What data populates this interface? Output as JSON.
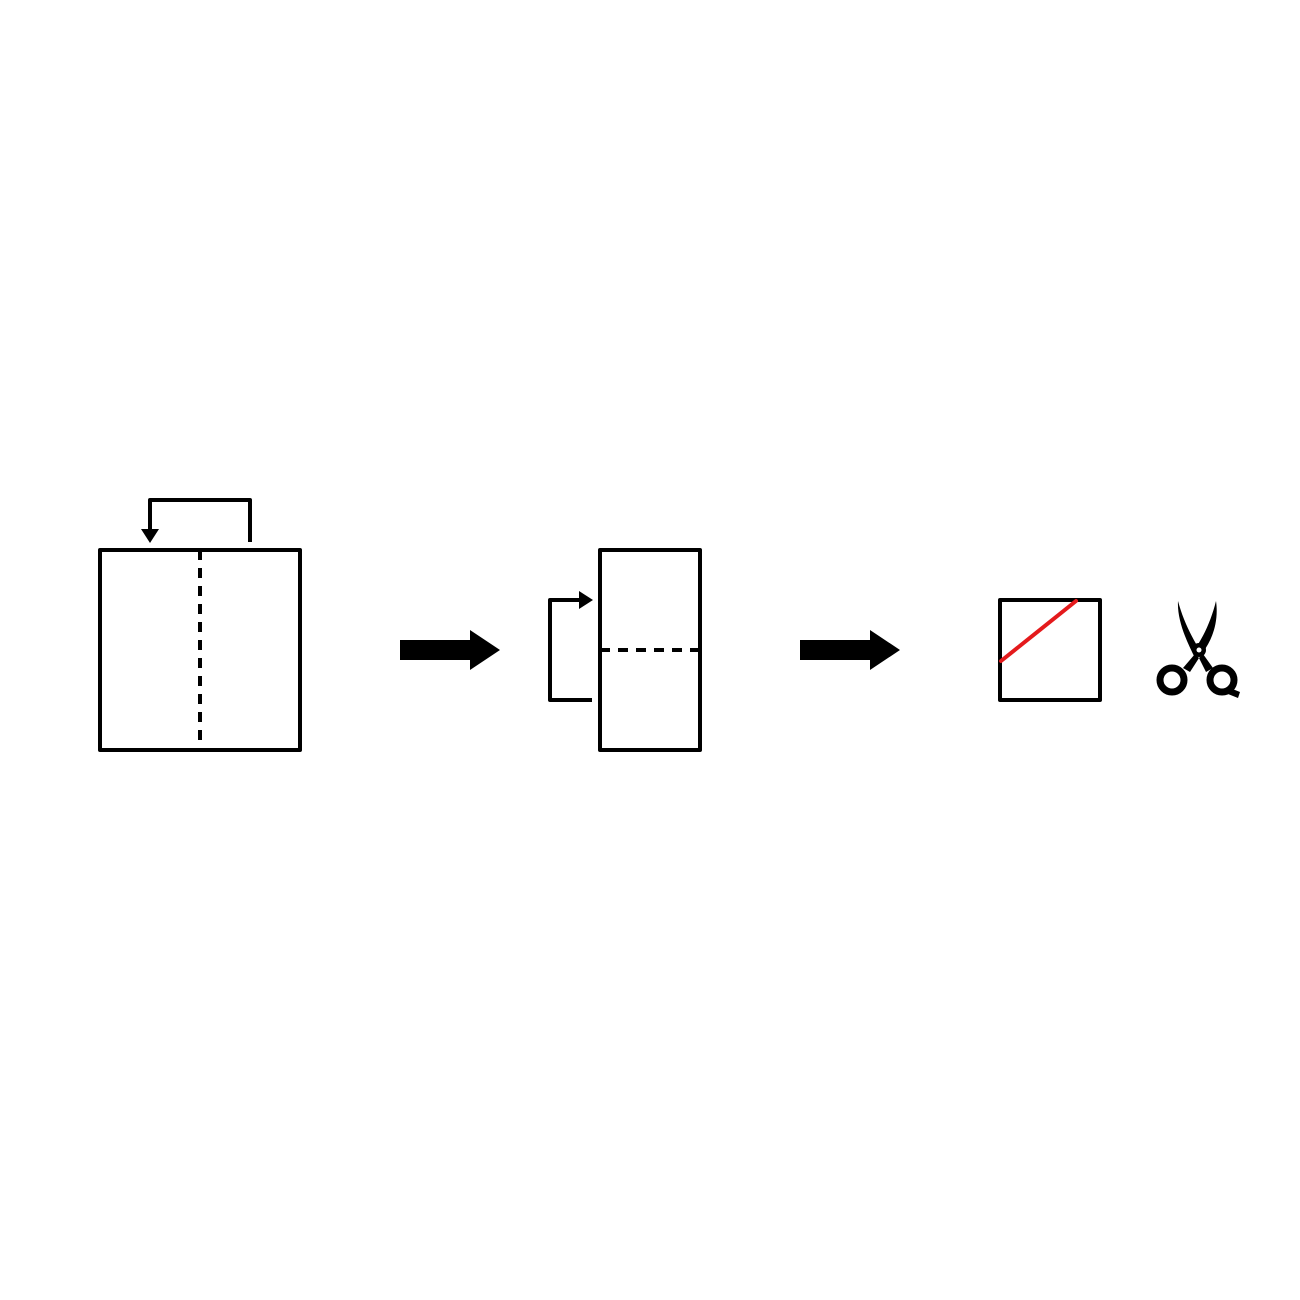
{
  "diagram": {
    "type": "paper-folding-and-cutting",
    "steps": [
      {
        "name": "step-1",
        "description_visible": "",
        "shape": "square",
        "fold_line": "vertical-center",
        "fold_direction": "right-half-to-left"
      },
      {
        "name": "step-2",
        "shape": "tall-rectangle",
        "fold_line": "horizontal-center",
        "fold_direction": "bottom-half-to-top"
      },
      {
        "name": "step-3",
        "shape": "small-square",
        "cut_line": "diagonal-from-left-edge-to-top-edge"
      }
    ],
    "icons": [
      "arrow-right-icon",
      "arrow-right-icon",
      "scissors-icon"
    ],
    "colors": {
      "line": "#000000",
      "cut": "#e41a1c",
      "background": "#ffffff"
    }
  }
}
